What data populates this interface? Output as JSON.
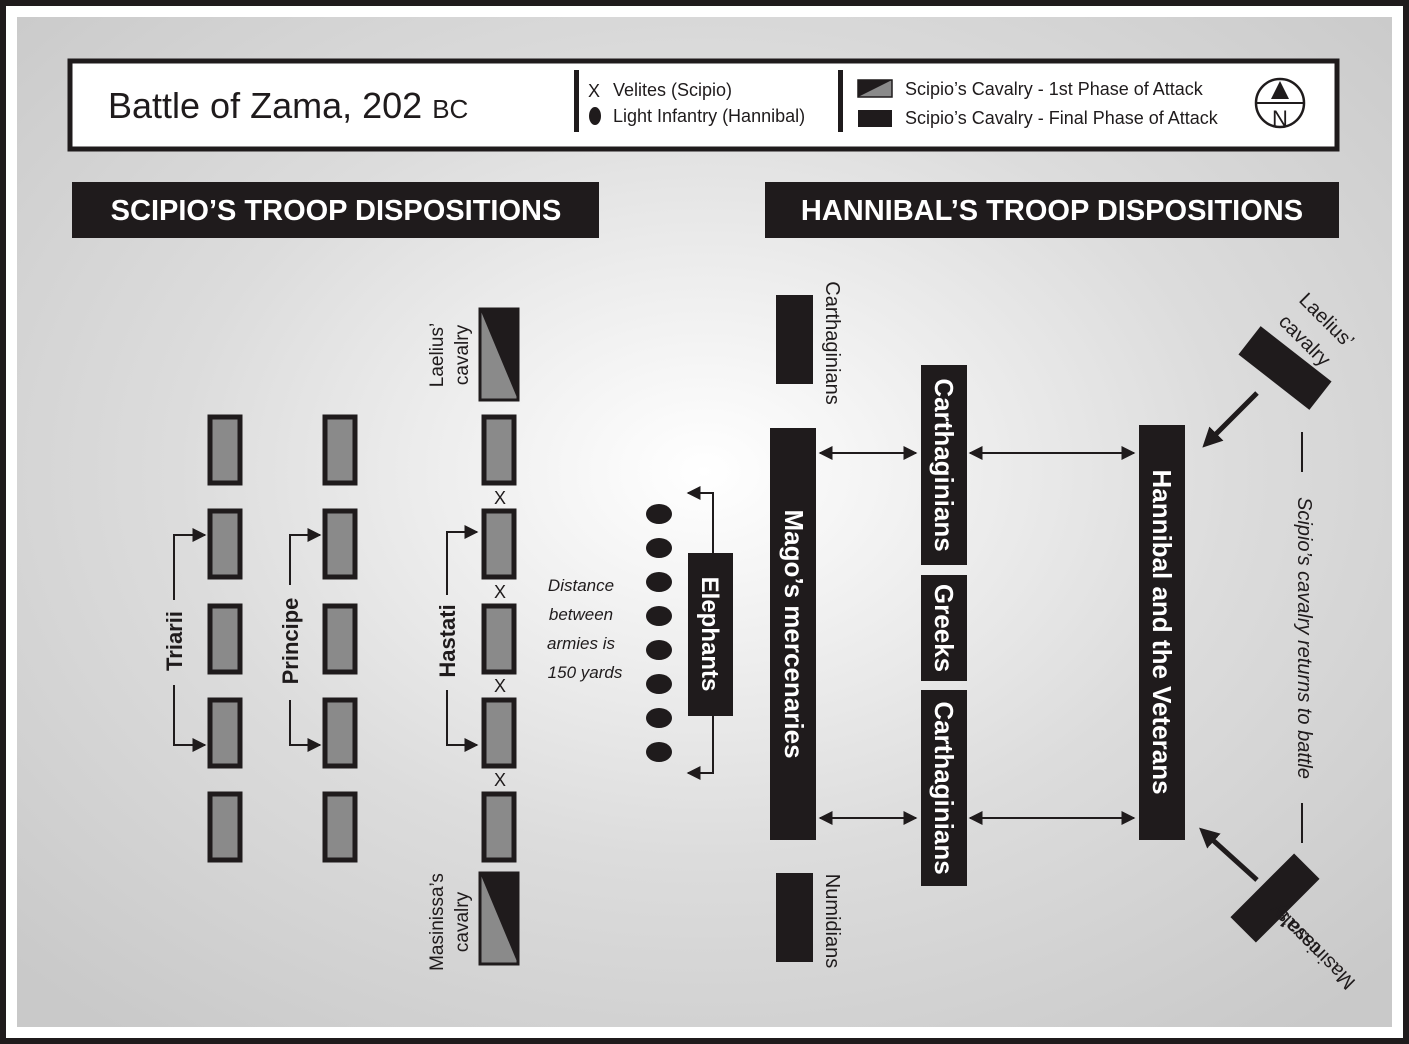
{
  "header": {
    "title_main": "Battle of Zama, 202 ",
    "title_era": "BC",
    "legend": {
      "velites_symbol": "X",
      "velites": "Velites (Scipio)",
      "light_infantry": "Light Infantry (Hannibal)",
      "cavalry_first": "Scipio’s Cavalry - 1st Phase of Attack",
      "cavalry_final": "Scipio’s Cavalry - Final Phase of Attack"
    },
    "compass_letter": "N"
  },
  "scipio": {
    "heading": "SCIPIO’S TROOP DISPOSITIONS",
    "triarii": "Triarii",
    "principe": "Principe",
    "hastati": "Hastati",
    "velites_mark": "X",
    "laelius_line1": "Laelius’",
    "laelius_line2": "cavalry",
    "masinissa_line1": "Masinissa’s",
    "masinissa_line2": "cavalry",
    "distance": [
      "Distance",
      "between",
      "armies is",
      "150 yards"
    ]
  },
  "hannibal": {
    "heading": "HANNIBAL’S TROOP DISPOSITIONS",
    "elephants": "Elephants",
    "mercenaries": "Mago’s mercenaries",
    "carthaginians_small": "Carthaginians",
    "numidians": "Numidians",
    "carthaginians_upper": "Carthaginians",
    "greeks": "Greeks",
    "carthaginians_lower": "Carthaginians",
    "veterans": "Hannibal and the Veterans",
    "laelius_line1": "Laelius’",
    "laelius_line2": "cavalry",
    "masinissa_line1": "Masinissa’s",
    "masinissa_line2": "cavalry",
    "returns": "Scipio’s cavalry returns to battle"
  },
  "colors": {
    "unit_dark": "#1f1b1c",
    "unit_gray": "#8a8a8a",
    "frame": "#1f1b1c"
  }
}
